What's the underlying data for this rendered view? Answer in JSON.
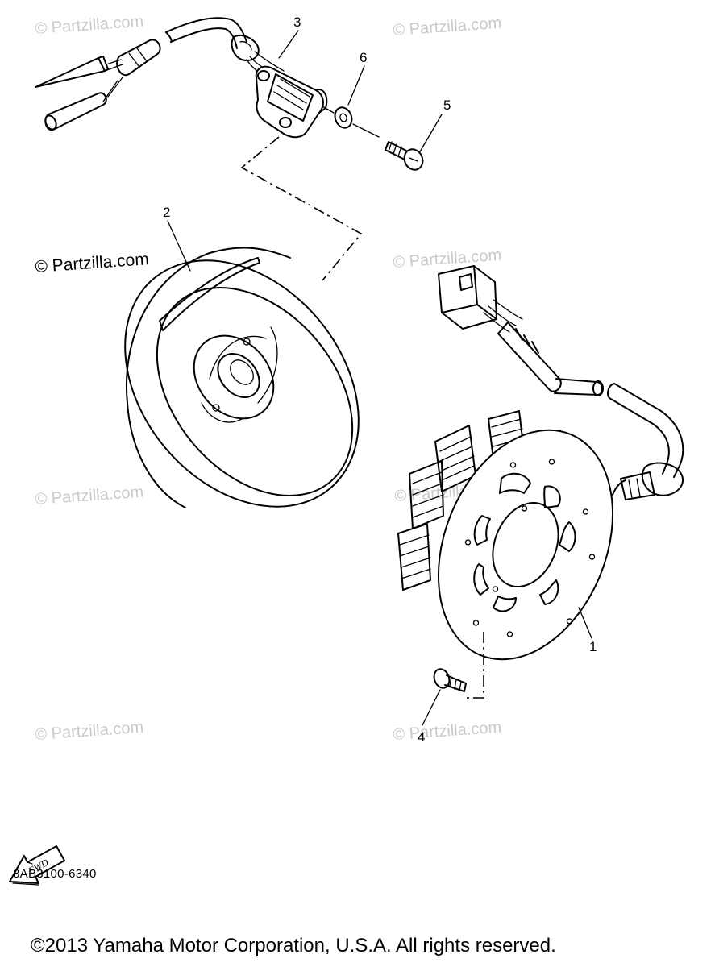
{
  "callouts": {
    "c1": "1",
    "c2": "2",
    "c3": "3",
    "c4": "4",
    "c5": "5",
    "c6": "6"
  },
  "fwd_label": "FWD",
  "watermark": "© Partzilla.com",
  "watermark_dark": "© Partzilla.com",
  "diagram_code": "8AB3100-6340",
  "copyright": "©2013 Yamaha Motor Corporation, U.S.A. All rights reserved."
}
